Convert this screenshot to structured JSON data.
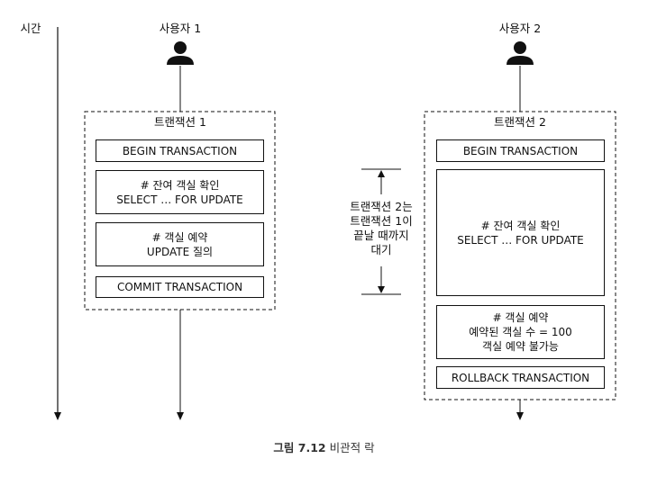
{
  "time_label": "시간",
  "user1": {
    "label": "사용자 1"
  },
  "user2": {
    "label": "사용자 2"
  },
  "tx1": {
    "title": "트랜잭션 1",
    "steps": [
      {
        "lines": [
          "BEGIN TRANSACTION"
        ]
      },
      {
        "lines": [
          "# 잔여 객실 확인",
          "SELECT … FOR UPDATE"
        ]
      },
      {
        "lines": [
          "# 객실 예약",
          "UPDATE 질의"
        ]
      },
      {
        "lines": [
          "COMMIT TRANSACTION"
        ]
      }
    ]
  },
  "tx2": {
    "title": "트랜잭션 2",
    "steps": [
      {
        "lines": [
          "BEGIN TRANSACTION"
        ]
      },
      {
        "lines": [
          "# 잔여 객실 확인",
          "SELECT … FOR UPDATE"
        ]
      },
      {
        "lines": [
          "# 객실 예약",
          "예약된 객실 수 = 100",
          "객실 예약 불가능"
        ]
      },
      {
        "lines": [
          "ROLLBACK TRANSACTION"
        ]
      }
    ]
  },
  "wait_note": {
    "lines": [
      "트랜잭션 2는",
      "트랜잭션 1이",
      "끝날 때까지",
      "대기"
    ]
  },
  "caption": {
    "prefix": "그림 7.12",
    "text": "비관적 락"
  }
}
